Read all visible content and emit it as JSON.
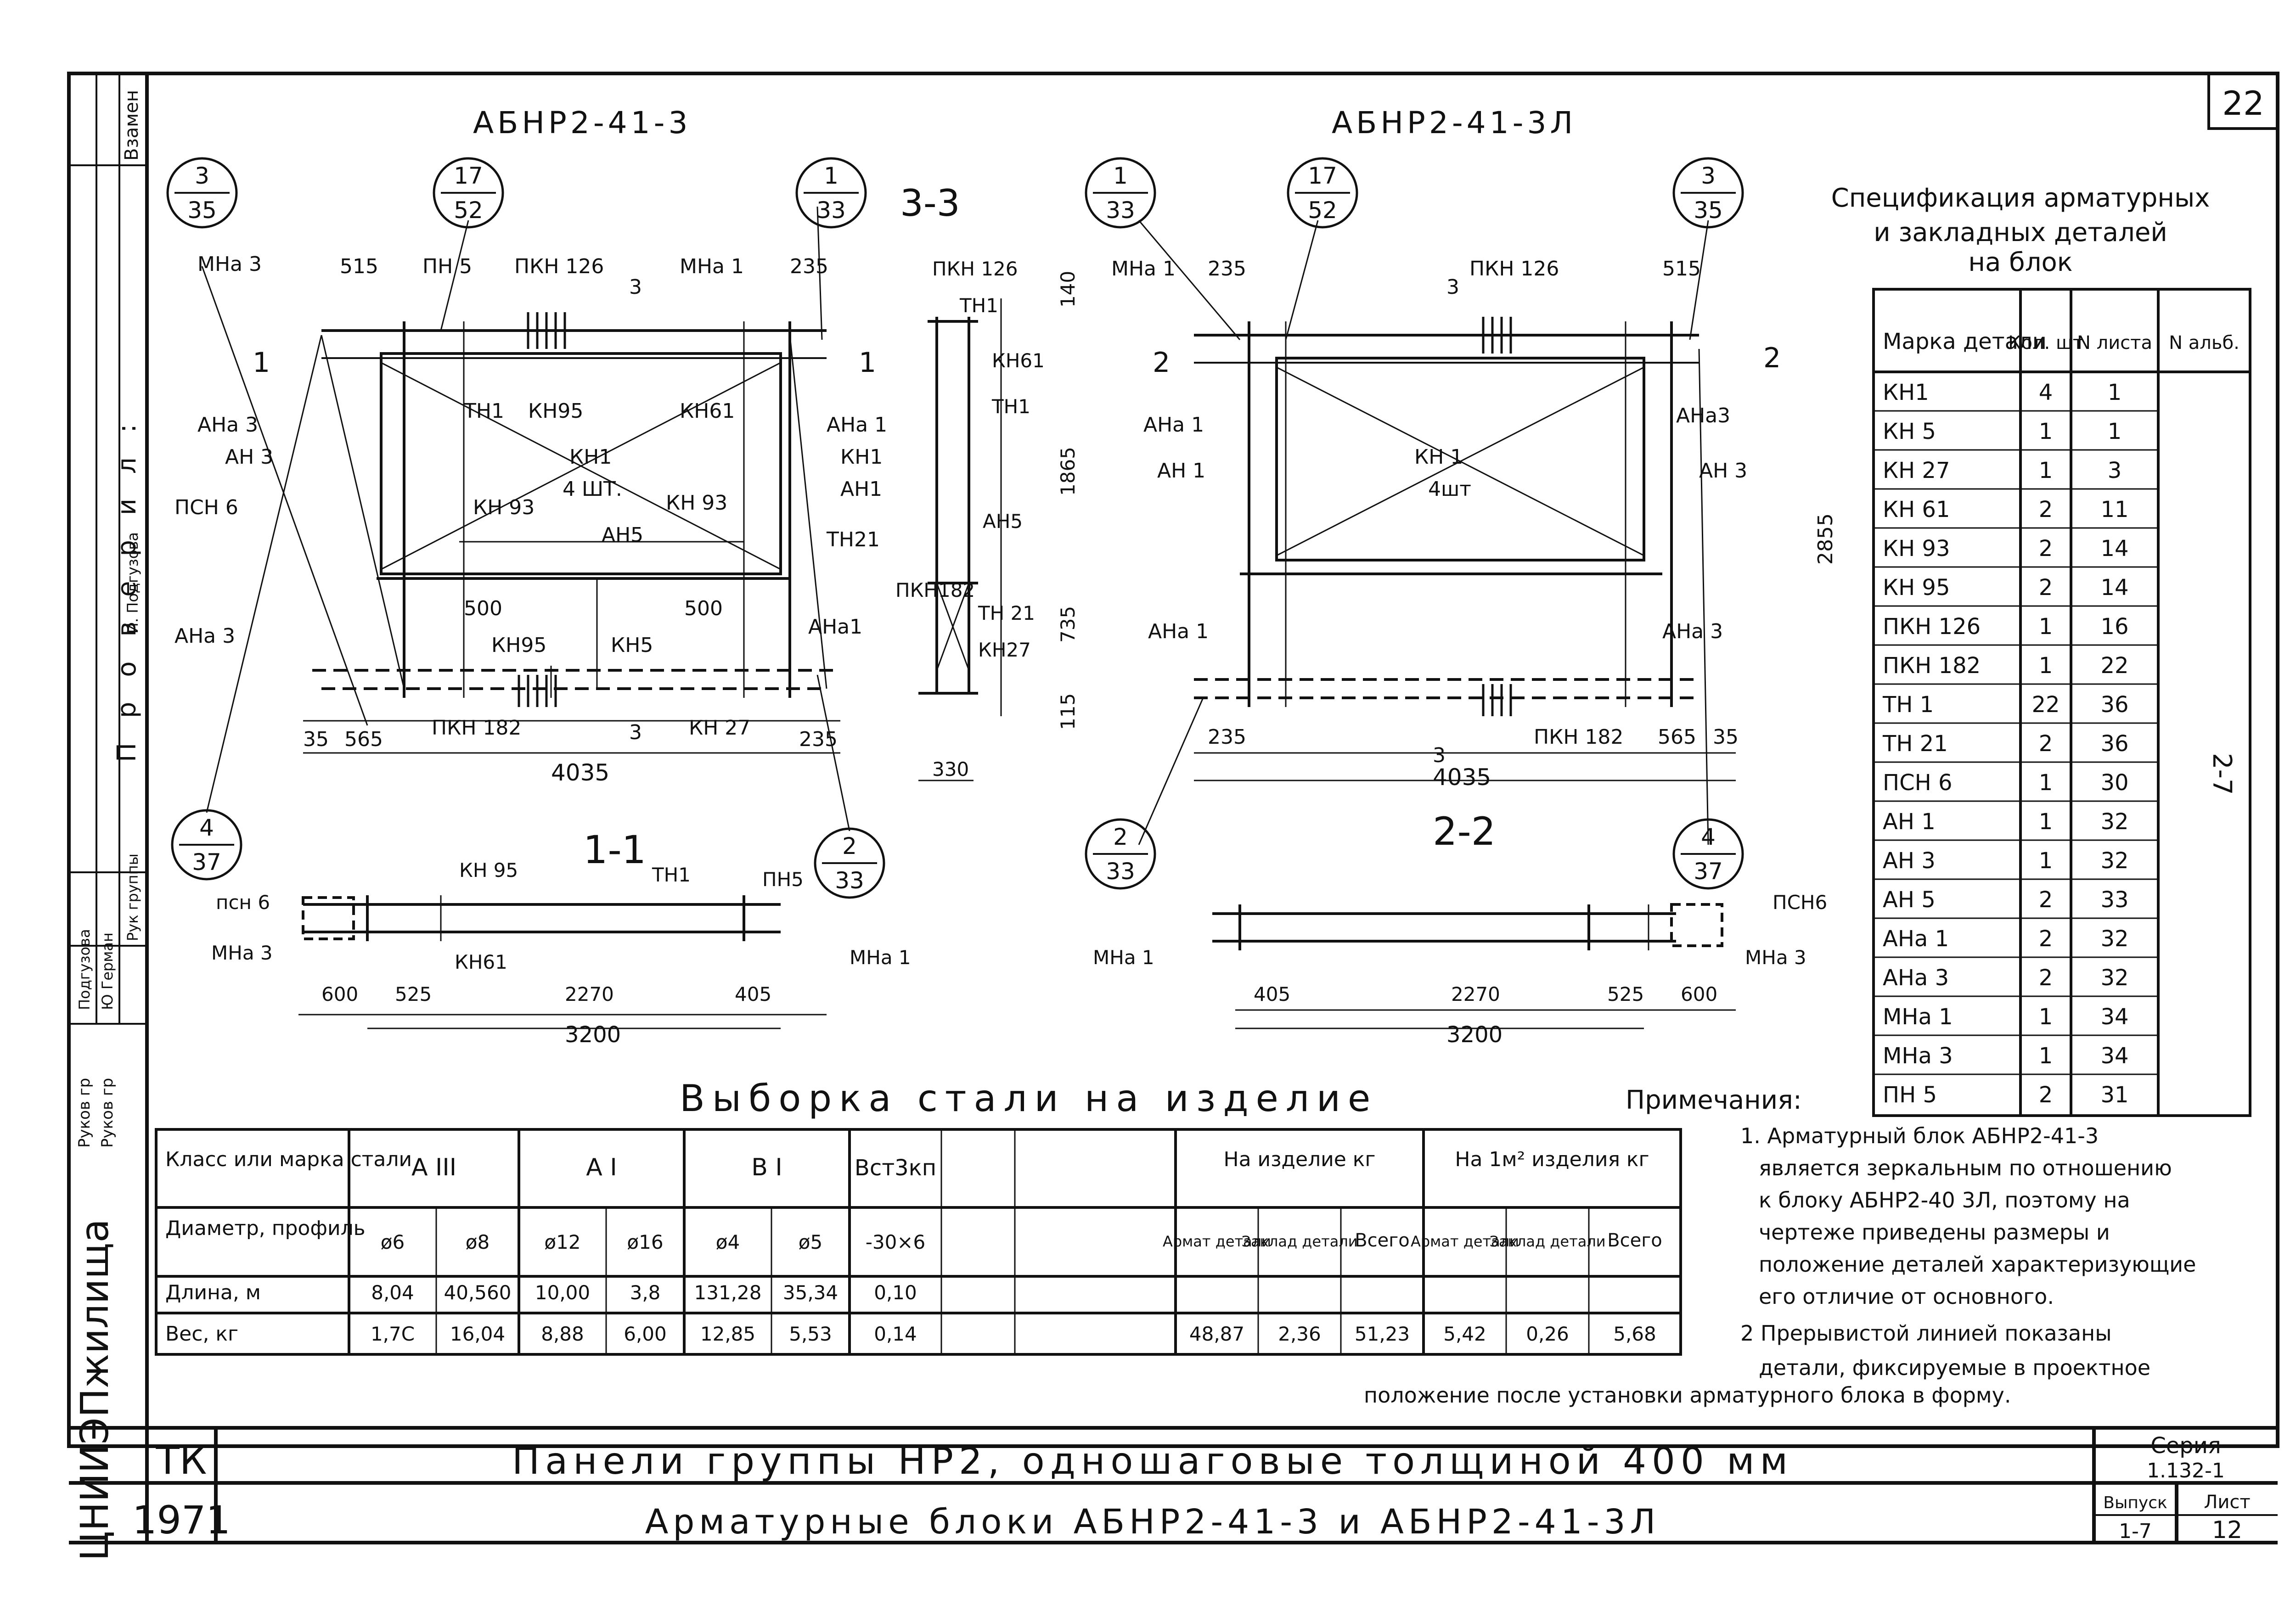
{
  "sheet_number_top": "22",
  "stamp_column": {
    "vzamen": "Взамен",
    "proveril": "П р о в е р и л :",
    "role1": "Руков гр",
    "role2": "Руков гр",
    "role3": "Рук группы",
    "name1": "Подгузова",
    "name2": "Ю Герман",
    "name3": "И. Подгузова",
    "institute": "ЦНИИЭПжилища"
  },
  "drawings": {
    "left_title": "АБНР2-41-3",
    "right_title": "АБНР2-41-3Л",
    "section_33": "3-3",
    "section_11": "1-1",
    "section_22": "2-2",
    "bubbles": [
      {
        "top": "3",
        "bottom": "35"
      },
      {
        "top": "17",
        "bottom": "52"
      },
      {
        "top": "1",
        "bottom": "33"
      },
      {
        "top": "4",
        "bottom": "37"
      },
      {
        "top": "2",
        "bottom": "33"
      },
      {
        "top": "1",
        "bottom": "33"
      },
      {
        "top": "17",
        "bottom": "52"
      },
      {
        "top": "3",
        "bottom": "35"
      },
      {
        "top": "2",
        "bottom": "33"
      },
      {
        "top": "4",
        "bottom": "37"
      }
    ],
    "left_labels": {
      "mna3": "МНа 3",
      "ana3a": "АНа 3",
      "an3": "АН 3",
      "psn6": "ПСН 6",
      "ana3b": "АНа 3",
      "d515": "515",
      "pn5": "ПН 5",
      "pkn126": "ПКН 126",
      "cut3a": "3",
      "mna1": "МНа 1",
      "d235a": "235",
      "cut1a": "1",
      "cut1b": "1",
      "th1": "ТН1",
      "kn95a": "КН95",
      "kn61": "КН61",
      "kn1": "КН1",
      "kn1_qty": "4 ШТ.",
      "kn93a": "КН 93",
      "kn93b": "КН 93",
      "an5": "АН5",
      "d500a": "500",
      "d500b": "500",
      "kn95b": "КН95",
      "kn5": "КН5",
      "ana1a": "АНа 1",
      "kn1r": "КН1",
      "an1": "АН1",
      "th21": "ТН21",
      "ana1b": "АНа1",
      "pkn182": "ПКН 182",
      "cut3b": "3",
      "kn27": "КН 27",
      "d35": "35",
      "d565": "565",
      "d235b": "235",
      "d4035": "4035"
    },
    "section33_labels": {
      "pkn126": "ПКН 126",
      "th1a": "ТН1",
      "kn61": "КН61",
      "th1b": "ТН1",
      "d140": "140",
      "d1865": "1865",
      "an5": "АН5",
      "pkn182": "ПКН182",
      "th21": "ТН 21",
      "kn27": "КН27",
      "d735": "735",
      "d115": "115",
      "d330": "330"
    },
    "right_labels": {
      "mna1": "МНа 1",
      "d235a": "235",
      "pkn126": "ПКН 126",
      "cut3a": "3",
      "d515": "515",
      "cut2a": "2",
      "cut2b": "2",
      "ana1a": "АНа 1",
      "an1": "АН 1",
      "kn1": "КН 1",
      "kn1_qty": "4шт",
      "ana3a": "АНа3",
      "an3": "АН 3",
      "d2855": "2855",
      "ana1b": "АНа 1",
      "ana3b": "АНа 3",
      "d235b": "235",
      "cut3b": "3",
      "pkn182": "ПКН 182",
      "d565": "565",
      "d35": "35",
      "d4035": "4035"
    },
    "sec11_labels": {
      "kn95": "КН 95",
      "th1": "ТН1",
      "pn5": "ПН5",
      "psn6": "псн 6",
      "mna3": "МНа 3",
      "kn61": "КН61",
      "mna1": "МНа 1",
      "d600": "600",
      "d525": "525",
      "d2270": "2270",
      "d405": "405",
      "d3200": "3200"
    },
    "sec22_labels": {
      "psn6": "ПСН6",
      "mna1": "МНа 1",
      "mna3": "МНа 3",
      "d405": "405",
      "d2270": "2270",
      "d525": "525",
      "d600": "600",
      "d3200": "3200"
    }
  },
  "spec": {
    "title_1": "Спецификация арматурных",
    "title_2": "и закладных деталей",
    "title_3": "на блок",
    "headers": [
      "Марка детали",
      "Кол. шт",
      "N листа",
      "N альб."
    ],
    "album": "2-7",
    "rows": [
      {
        "mark": "КН1",
        "qty": "4",
        "sheet": "1"
      },
      {
        "mark": "КН 5",
        "qty": "1",
        "sheet": "1"
      },
      {
        "mark": "КН 27",
        "qty": "1",
        "sheet": "3"
      },
      {
        "mark": "КН 61",
        "qty": "2",
        "sheet": "11"
      },
      {
        "mark": "КН 93",
        "qty": "2",
        "sheet": "14"
      },
      {
        "mark": "КН 95",
        "qty": "2",
        "sheet": "14"
      },
      {
        "mark": "ПКН 126",
        "qty": "1",
        "sheet": "16"
      },
      {
        "mark": "ПКН 182",
        "qty": "1",
        "sheet": "22"
      },
      {
        "mark": "ТН 1",
        "qty": "22",
        "sheet": "36"
      },
      {
        "mark": "ТН 21",
        "qty": "2",
        "sheet": "36"
      },
      {
        "mark": "ПСН 6",
        "qty": "1",
        "sheet": "30"
      },
      {
        "mark": "АН 1",
        "qty": "1",
        "sheet": "32"
      },
      {
        "mark": "АН 3",
        "qty": "1",
        "sheet": "32"
      },
      {
        "mark": "АН 5",
        "qty": "2",
        "sheet": "33"
      },
      {
        "mark": "АНа 1",
        "qty": "2",
        "sheet": "32"
      },
      {
        "mark": "АНа 3",
        "qty": "2",
        "sheet": "32"
      },
      {
        "mark": "МНа 1",
        "qty": "1",
        "sheet": "34"
      },
      {
        "mark": "МНа 3",
        "qty": "1",
        "sheet": "34"
      },
      {
        "mark": "ПН 5",
        "qty": "2",
        "sheet": "31"
      }
    ]
  },
  "steel": {
    "title": "Выборка стали на изделие",
    "class_header": "Класс или марка стали",
    "classes": [
      "А III",
      "А I",
      "В I",
      "Вст3кп"
    ],
    "diam_header": "Диаметр, профиль",
    "diams": [
      "ø6",
      "ø8",
      "ø12",
      "ø16",
      "ø4",
      "ø5",
      "-30×6"
    ],
    "length_label": "Длина, м",
    "lengths": [
      "8,04",
      "40,560",
      "10,00",
      "3,8",
      "131,28",
      "35,34",
      "0,10"
    ],
    "weight_label": "Вес, кг",
    "weights": [
      "1,7С",
      "16,04",
      "8,88",
      "6,00",
      "12,85",
      "5,53",
      "0,14"
    ],
    "per_item_header": "На изделие кг",
    "per_m2_header": "На 1м² изделия кг",
    "sub_armat": "Армат детали",
    "sub_zaklad": "Заклад детали",
    "sub_total": "Всего",
    "per_item_values": [
      "48,87",
      "2,36",
      "51,23"
    ],
    "per_m2_values": [
      "5,42",
      "0,26",
      "5,68"
    ]
  },
  "notes": {
    "title": "Примечания:",
    "n1_l1": "1. Арматурный блок АБНР2-41-3",
    "n1_l2": "является зеркальным по отношению",
    "n1_l3": "к блоку АБНР2-40 3Л, поэтому на",
    "n1_l4": "чертеже приведены размеры и",
    "n1_l5": "положение деталей характеризующие",
    "n1_l6": "его отличие от основного.",
    "n2_l1": "2 Прерывистой линией показаны",
    "n2_l2": "детали, фиксируемые в проектное",
    "n2_l3": "положение после установки арматурного блока в форму."
  },
  "title_block": {
    "tk": "ТК",
    "year": "1971",
    "line1": "Панели группы НР2, одношаговые толщиной 400 мм",
    "line2": "Арматурные блоки АБНР2-41-3 и АБНР2-41-3Л",
    "series_label": "Серия",
    "series_value": "1.132-1",
    "issue_label": "Выпуск",
    "issue_value": "1-7",
    "sheet_label": "Лист",
    "sheet_value": "12"
  }
}
